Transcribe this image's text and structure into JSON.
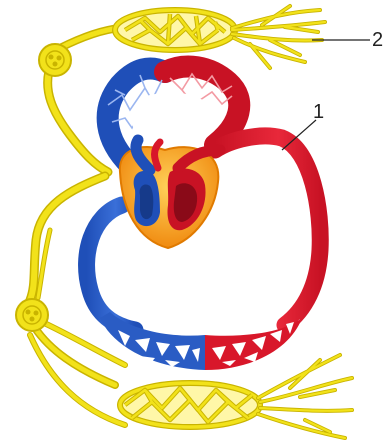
{
  "labels": {
    "label_1": "1",
    "label_2": "2"
  },
  "colors": {
    "lymph": "#f2e21a",
    "lymph_outline": "#c9b400",
    "artery": "#d8172a",
    "vein": "#2a5cc4",
    "heart_wall": "#f5a11c",
    "background": "#ffffff"
  },
  "parts": [
    "lymphatic-vessels",
    "lymph-nodes",
    "lymph-capillaries-upper",
    "lymph-capillaries-lower",
    "heart",
    "aorta",
    "pulmonary-circulation",
    "systemic-capillary-network",
    "vena-cava"
  ]
}
